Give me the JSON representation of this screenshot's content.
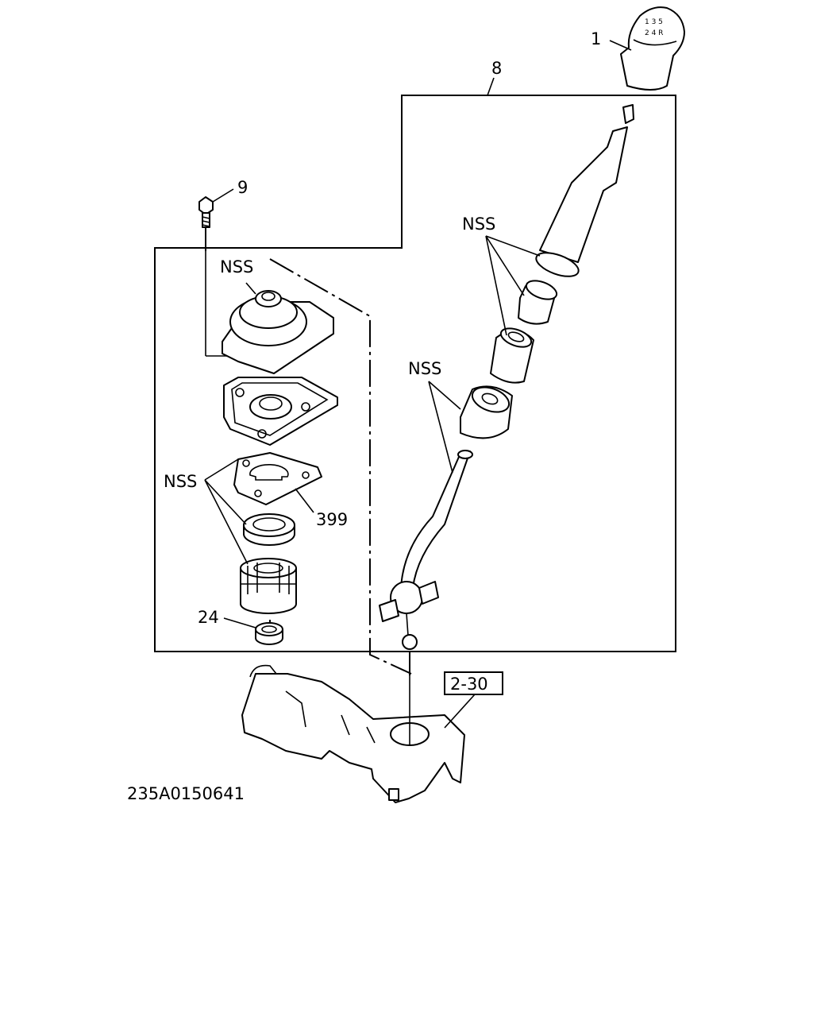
{
  "labels": {
    "knob": "1",
    "lever_assembly": "8",
    "bolt": "9",
    "nss_cover": "NSS",
    "nss_bushings": "NSS",
    "nss_lever_seat": "NSS",
    "nss_lower_parts": "NSS",
    "plate": "399",
    "cap": "24",
    "reference_box": "2-30",
    "drawing_number": "235A0150641"
  },
  "knob_shift_pattern": {
    "top_row": "1 3 5",
    "bottom_row": "2 4 R"
  }
}
